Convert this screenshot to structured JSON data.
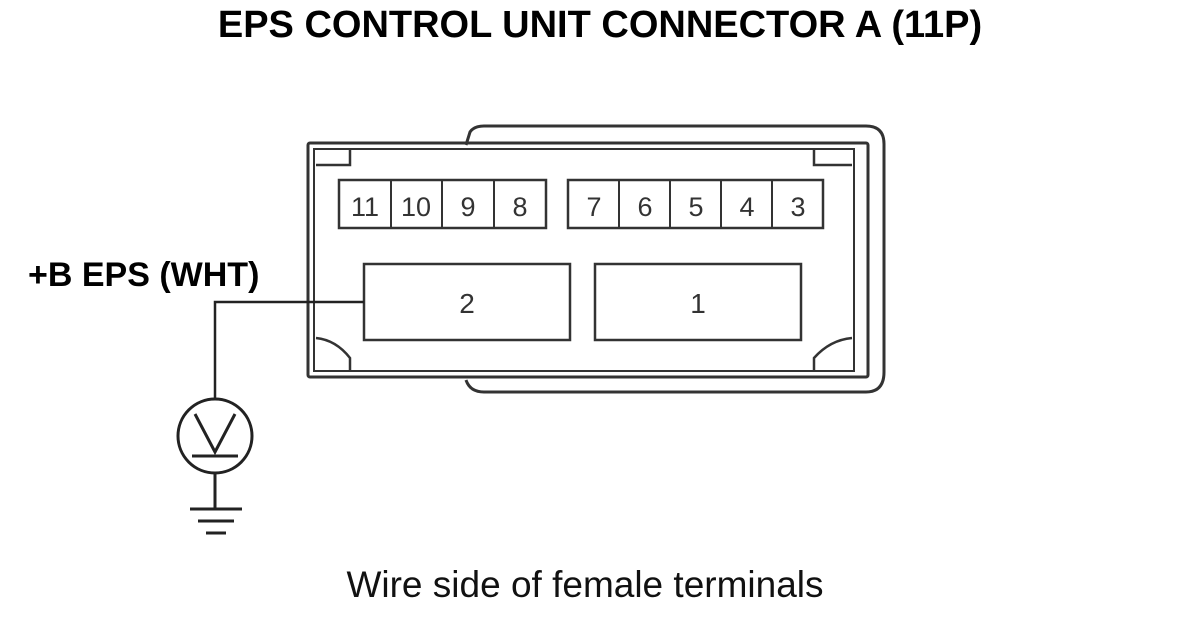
{
  "title": "EPS CONTROL UNIT CONNECTOR A (11P)",
  "wire_label": "+B EPS (WHT)",
  "caption": "Wire side of female terminals",
  "connector": {
    "top_row_left": [
      "11",
      "10",
      "9",
      "8"
    ],
    "top_row_right": [
      "7",
      "6",
      "5",
      "4",
      "3"
    ],
    "bottom_row": [
      "2",
      "1"
    ]
  },
  "meter_symbol": "V",
  "colors": {
    "line": "#333333",
    "text": "#000000"
  }
}
